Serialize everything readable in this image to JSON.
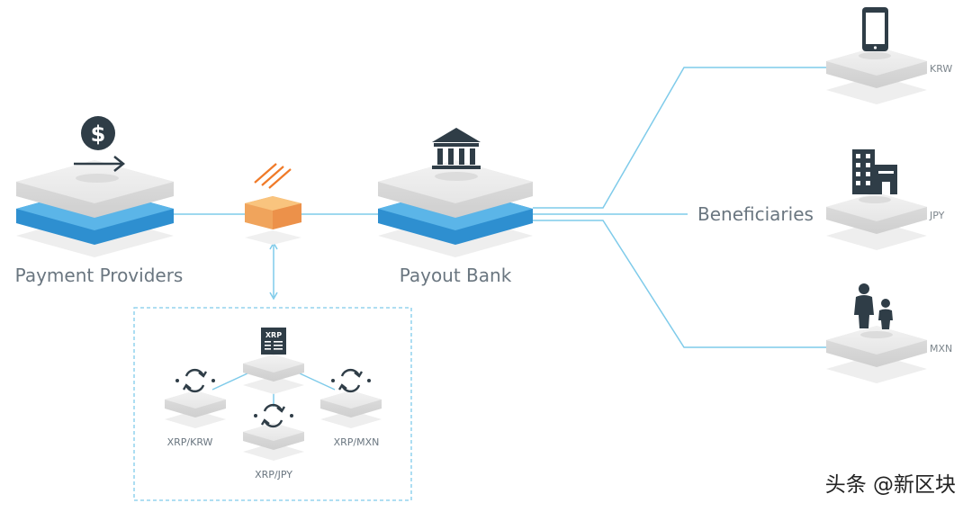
{
  "nodes": {
    "payment_providers": "Payment Providers",
    "payout_bank": "Payout Bank",
    "beneficiaries": "Beneficiaries"
  },
  "currencies": {
    "krw": "KRW",
    "jpy": "JPY",
    "mxn": "MXN"
  },
  "xrp": {
    "ledger_label": "XRP",
    "pairs": {
      "krw": "XRP/KRW",
      "jpy": "XRP/JPY",
      "mxn": "XRP/MXN"
    }
  },
  "watermark": "头条 @新区块",
  "colors": {
    "line": "#7fcbea",
    "blue": "#2e8fd0",
    "blue_light": "#5bb5e8",
    "icon": "#2f3d47",
    "orange": "#f4a160",
    "orange_stripe": "#f07a28"
  },
  "icons": [
    "dollar-arrow-icon",
    "ripple-connector-icon",
    "bank-icon",
    "phone-icon",
    "building-icon",
    "family-icon",
    "xrp-ledger-icon",
    "exchange-icon"
  ]
}
